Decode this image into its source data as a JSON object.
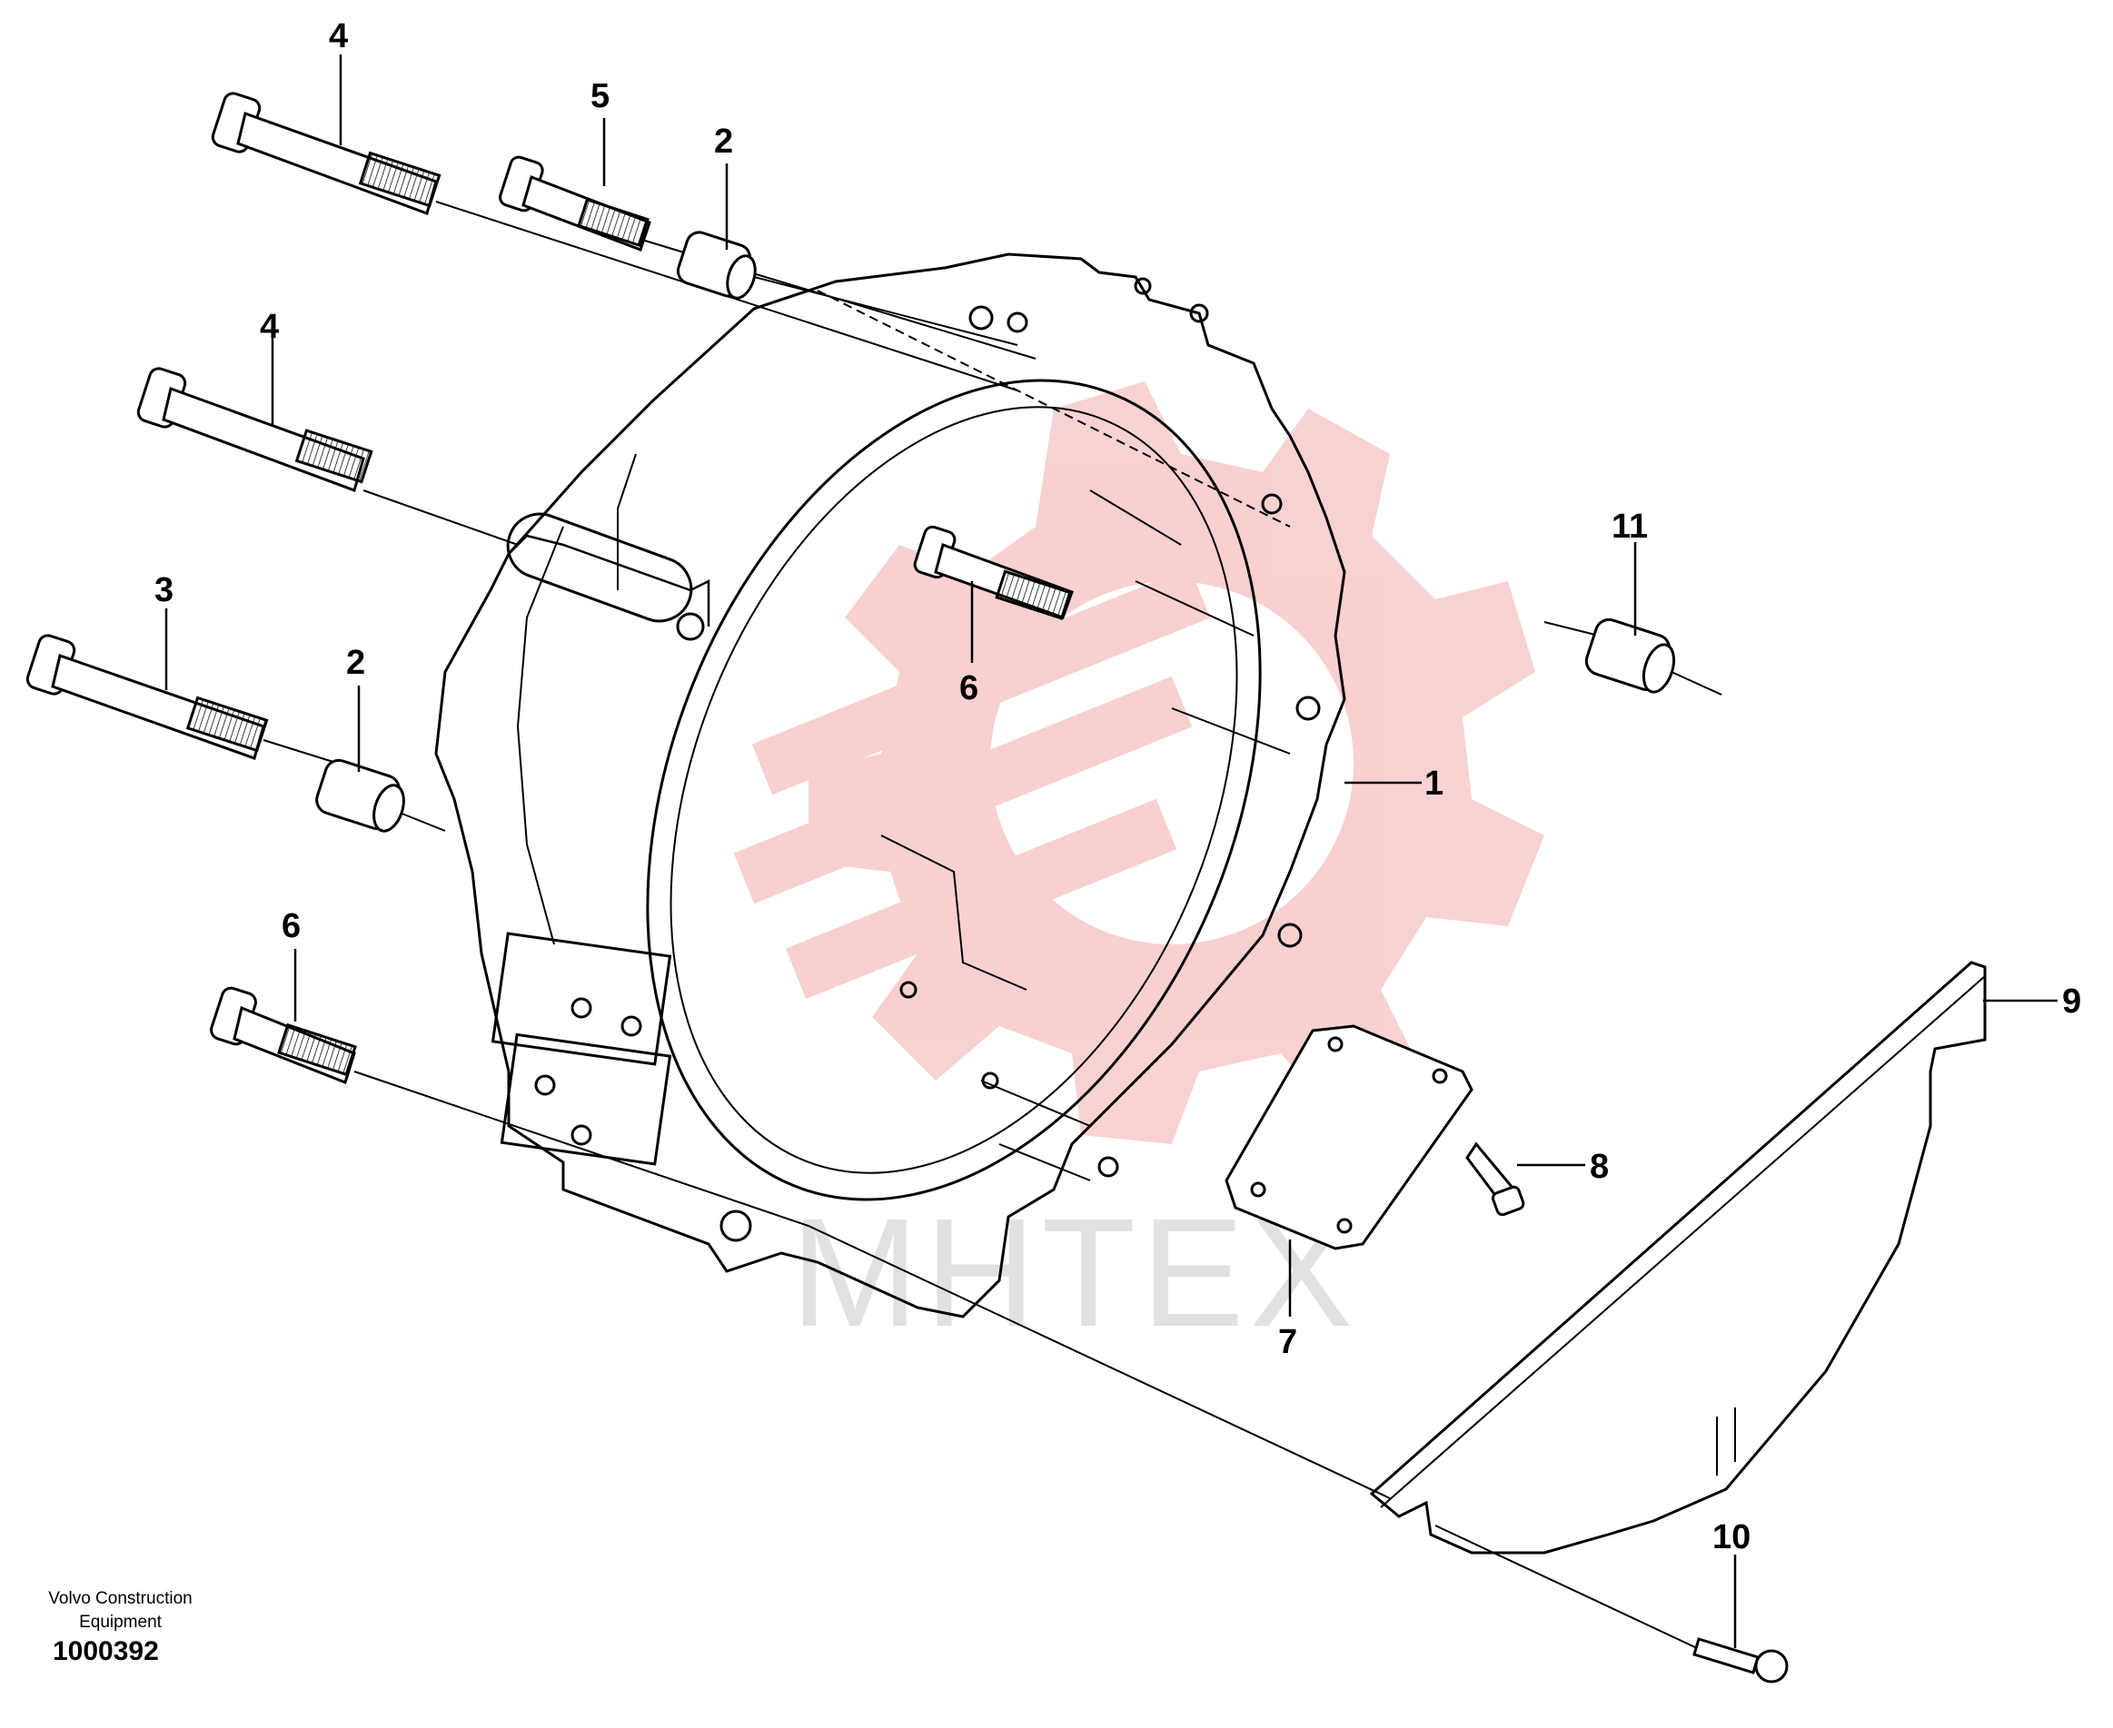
{
  "callouts": {
    "c1": "1",
    "c2a": "2",
    "c2b": "2",
    "c3": "3",
    "c4a": "4",
    "c4b": "4",
    "c5": "5",
    "c6a": "6",
    "c6b": "6",
    "c7": "7",
    "c8": "8",
    "c9": "9",
    "c10": "10",
    "c11": "11"
  },
  "footer": {
    "brand_line1": "Volvo Construction",
    "brand_line2": "Equipment",
    "figure_number": "1000392"
  },
  "watermark": {
    "text": "MHTEX",
    "color": "#e03030"
  }
}
